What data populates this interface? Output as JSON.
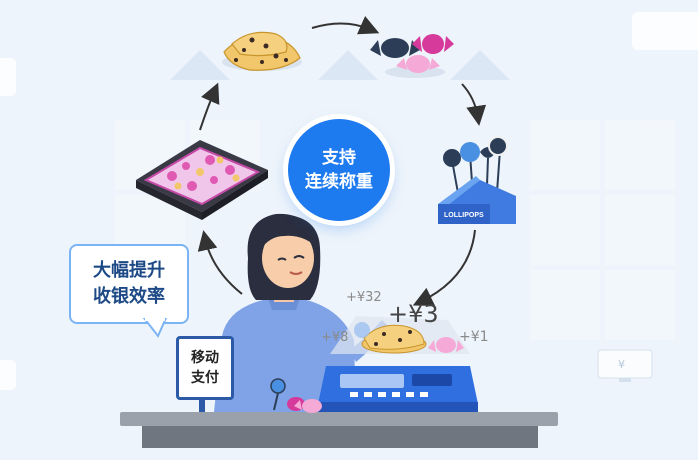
{
  "center_badge": {
    "line1": "支持",
    "line2": "连续称重"
  },
  "speech_bubble": {
    "line1": "大幅提升",
    "line2": "收银效率"
  },
  "payment_sign": {
    "line1": "移动",
    "line2": "支付"
  },
  "scale_prices": {
    "left": "+¥8",
    "top": "+¥32",
    "main": "+¥3",
    "right": "+¥1"
  },
  "lollipop_box_label": "LOLLIPOPS",
  "background_screen_symbol": "¥",
  "colors": {
    "accent_blue": "#1e7bef",
    "dark_blue": "#2d5aa6",
    "scale_blue": "#2f6fe0",
    "background": "#eef4fb"
  }
}
